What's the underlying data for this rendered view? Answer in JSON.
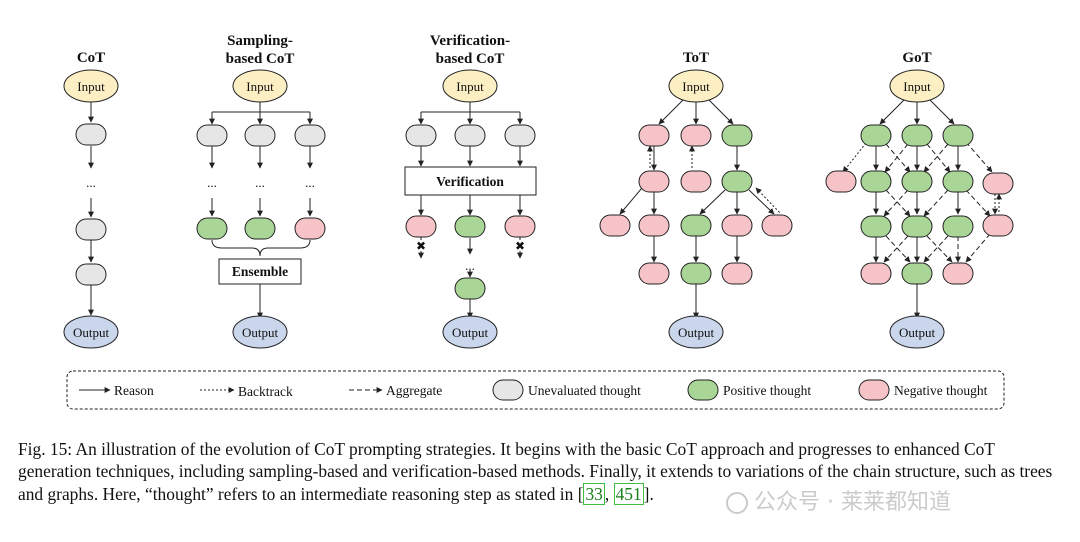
{
  "columns": [
    {
      "title": "CoT"
    },
    {
      "title_line1": "Sampling-",
      "title_line2": "based CoT"
    },
    {
      "title_line1": "Verification-",
      "title_line2": "based CoT"
    },
    {
      "title": "ToT"
    },
    {
      "title": "GoT"
    }
  ],
  "labels": {
    "input": "Input",
    "output": "Output",
    "ensemble": "Ensemble",
    "verification": "Verification",
    "dots": "...",
    "reject": "✖"
  },
  "legend": {
    "reason": "Reason",
    "backtrack": "Backtrack",
    "aggregate": "Aggregate",
    "unevaluated": "Unevaluated thought",
    "positive": "Positive thought",
    "negative": "Negative thought"
  },
  "colors": {
    "input": "#fcefc4",
    "output": "#c9d6ec",
    "unevaluated": "#e6e6e6",
    "positive": "#a9d596",
    "negative": "#f6c3c9"
  },
  "caption": {
    "text": "Fig. 15: An illustration of the evolution of CoT prompting strategies. It begins with the basic CoT approach and progresses to enhanced CoT generation techniques, including sampling-based and verification-based methods. Finally, it extends to variations of the chain structure, such as trees and graphs. Here, “thought” refers to an intermediate reasoning step as stated in ",
    "ref1": "33",
    "ref2": "451",
    "sep": ", ",
    "open": "[",
    "close": "]."
  },
  "watermark": "公众号 · 莱莱都知道"
}
